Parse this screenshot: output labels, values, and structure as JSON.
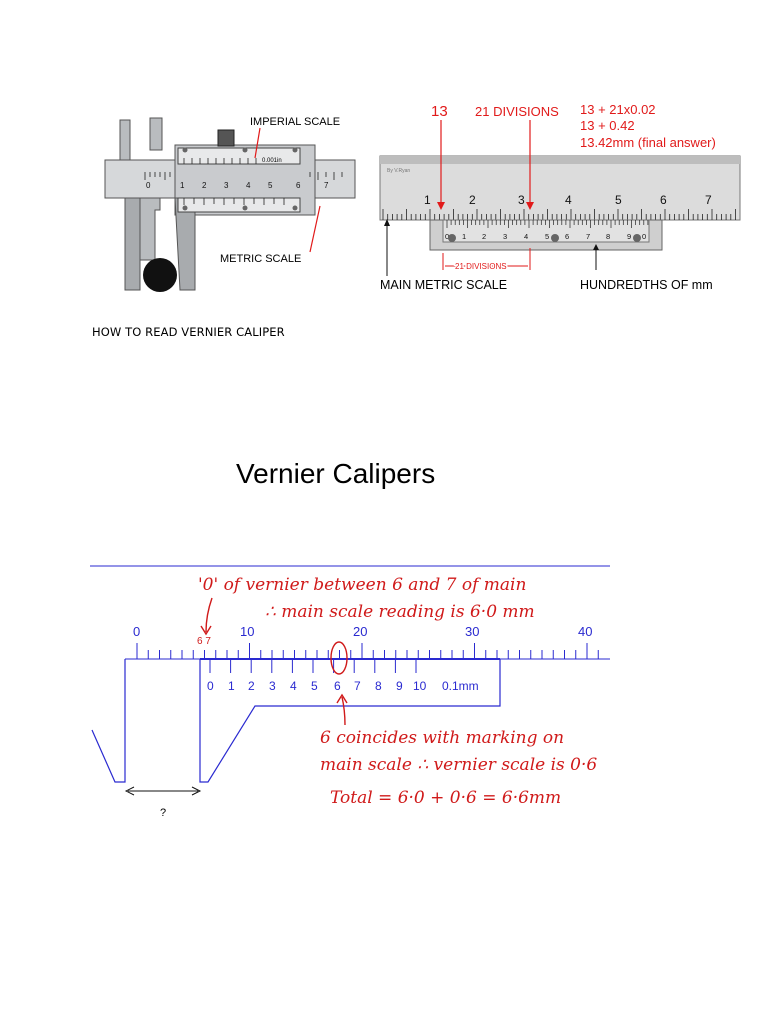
{
  "caption": "HOW TO READ VERNIER CALIPER",
  "heading": "Vernier Calipers",
  "fig1": {
    "imperial_label": "IMPERIAL SCALE",
    "metric_label": "METRIC SCALE",
    "imperial_unit": "0.001in",
    "metric_ticks": [
      "0",
      "1",
      "2",
      "3",
      "4",
      "5",
      "6",
      "7"
    ]
  },
  "fig2": {
    "main_reading": "13",
    "divisions_label": "21 DIVISIONS",
    "calc_line1": "13 + 21x0.02",
    "calc_line2": "13 + 0.42",
    "calc_line3": "13.42mm (final answer)",
    "credit": "By V.Ryan",
    "main_ticks": [
      "1",
      "2",
      "3",
      "4",
      "5",
      "6",
      "7"
    ],
    "vernier_ticks": [
      "0",
      "1",
      "2",
      "3",
      "4",
      "5",
      "6",
      "7",
      "8",
      "9",
      "0"
    ],
    "divisions_span": "21 DIVISIONS",
    "main_scale_label": "MAIN METRIC SCALE",
    "hundredths_label": "HUNDREDTHS OF mm",
    "accent_color": "#e11a1a"
  },
  "fig3": {
    "main_ticks": [
      "0",
      "10",
      "20",
      "30",
      "40"
    ],
    "vernier_ticks": [
      "0",
      "1",
      "2",
      "3",
      "4",
      "5",
      "6",
      "7",
      "8",
      "9",
      "10"
    ],
    "vernier_unit": "0.1mm",
    "gap_label": "?",
    "note_line1": "'0' of vernier between 6 and 7 of main",
    "note_line2": "∴ main scale reading is 6·0 mm",
    "note_67": "6 7",
    "note_line3": "6 coincides with marking on",
    "note_line4": "main scale ∴ vernier scale is 0·6",
    "note_total": "Total = 6·0 + 0·6 = 6·6mm",
    "scale_color": "#2a2ad0",
    "ink_color": "#d01a1a"
  }
}
